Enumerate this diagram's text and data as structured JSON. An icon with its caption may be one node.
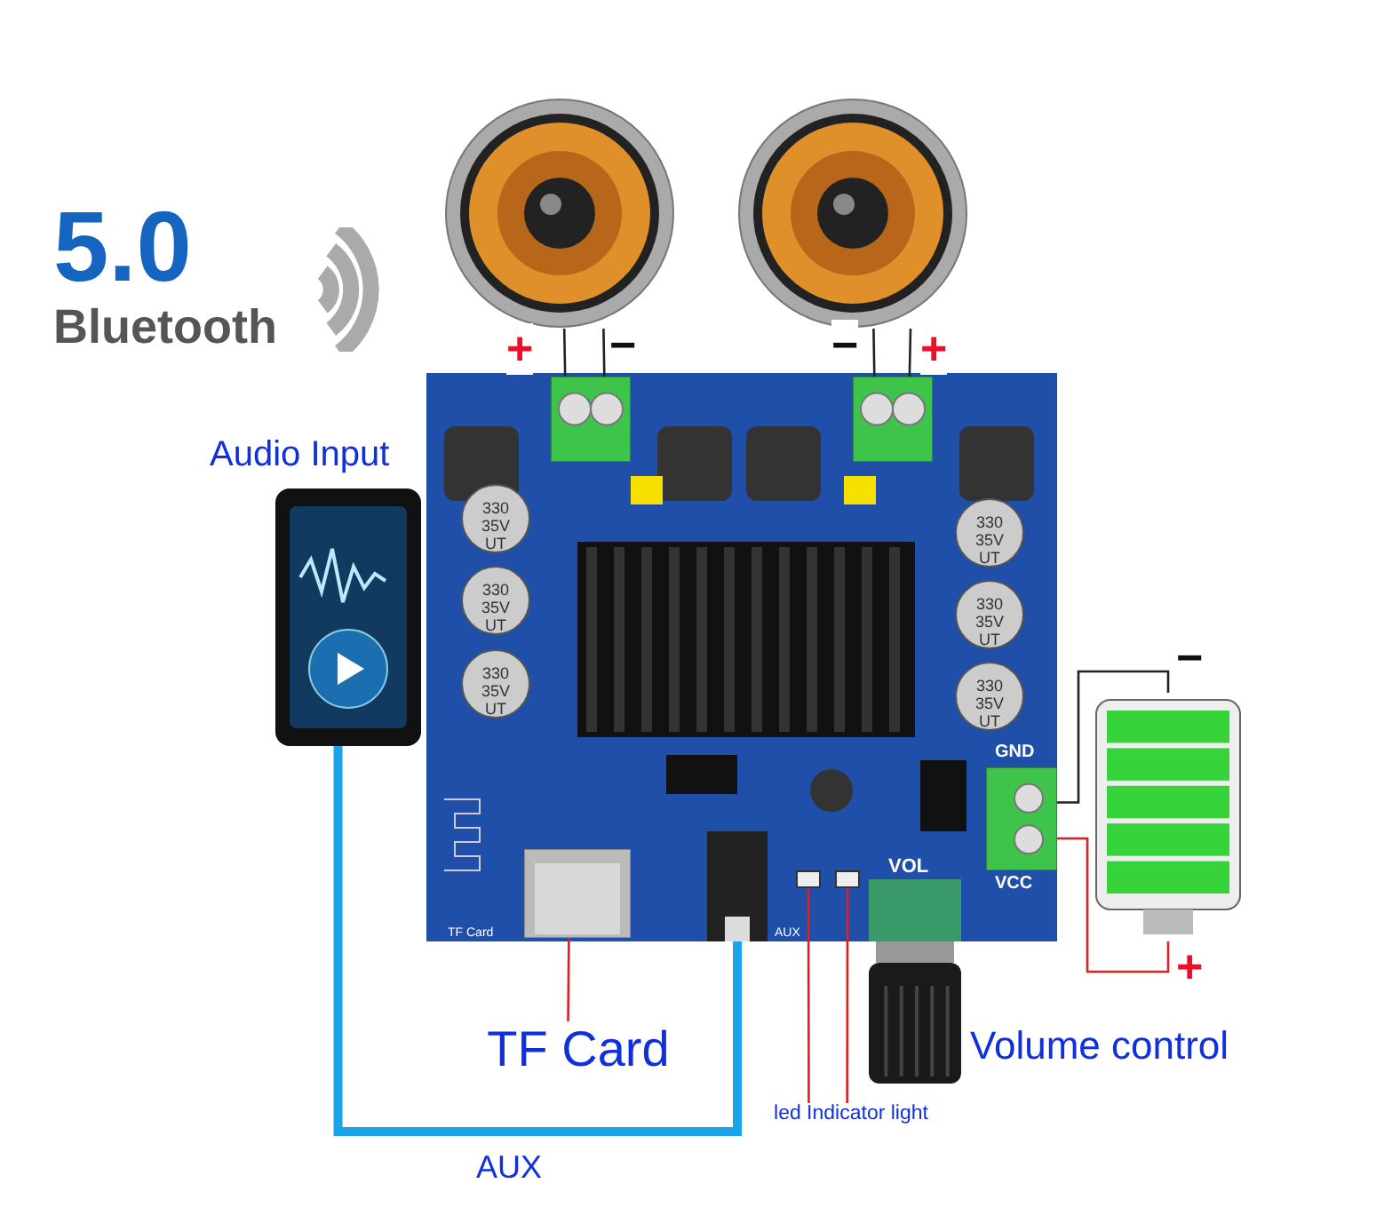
{
  "diagram": {
    "nodes": [
      {
        "text": [],
        "shape": "picture"
      },
      {
        "text": [],
        "shape": "picture"
      },
      {
        "text": [],
        "shape": "picture"
      },
      {
        "text": [],
        "shape": "picture",
        "in": 2
      },
      {
        "text": [],
        "shape": "picture",
        "in": 2
      },
      {
        "text": [],
        "shape": "picture",
        "in": 2,
        "beside": [
          "GND",
          "VCC"
        ]
      },
      {
        "text": [],
        "shape": "picture",
        "in": 2
      },
      {
        "text": [],
        "shape": "picture",
        "in": 2
      },
      {
        "text": [],
        "shape": "box",
        "in": 2
      },
      {
        "text": [],
        "shape": "box",
        "in": 2
      },
      {
        "text": [],
        "shape": "picture",
        "beside": [
          "Volume control"
        ]
      },
      {
        "text": [],
        "shape": "picture"
      },
      {
        "text": [],
        "shape": "picture",
        "beside": [
          "Audio Input"
        ]
      },
      {
        "text": [
          "TF Card"
        ]
      },
      {
        "text": [
          "led Indicator light"
        ]
      }
    ],
    "edges": [
      {
        "from": 0,
        "to": 3,
        "arrow": "none",
        "label": "+"
      },
      {
        "from": 0,
        "to": 3,
        "arrow": "none",
        "label": "−"
      },
      {
        "from": 1,
        "to": 4,
        "arrow": "none",
        "label": "−"
      },
      {
        "from": 1,
        "to": 4,
        "arrow": "none",
        "label": "+"
      },
      {
        "from": 11,
        "to": 5,
        "arrow": "none",
        "label": "−"
      },
      {
        "from": 11,
        "to": 5,
        "arrow": "none",
        "label": "+",
        "color": "#e02020"
      },
      {
        "from": 12,
        "to": 7,
        "arrow": "none",
        "label": "AUX",
        "style": "thick",
        "color": "#1aa3e8"
      },
      {
        "from": 13,
        "to": 6,
        "arrow": "none",
        "color": "#e02020"
      },
      {
        "from": 14,
        "to": 8,
        "arrow": "none",
        "color": "#e02020"
      },
      {
        "from": 14,
        "to": 9,
        "arrow": "none",
        "color": "#e02020"
      }
    ],
    "labels": [
      "5.0",
      "Bluetooth",
      "330 35V UT",
      "330 35V UT",
      "330 35V UT",
      "330 35V UT",
      "330 35V UT",
      "330 35V UT",
      "VOL",
      "TF Card",
      "AUX"
    ]
  }
}
